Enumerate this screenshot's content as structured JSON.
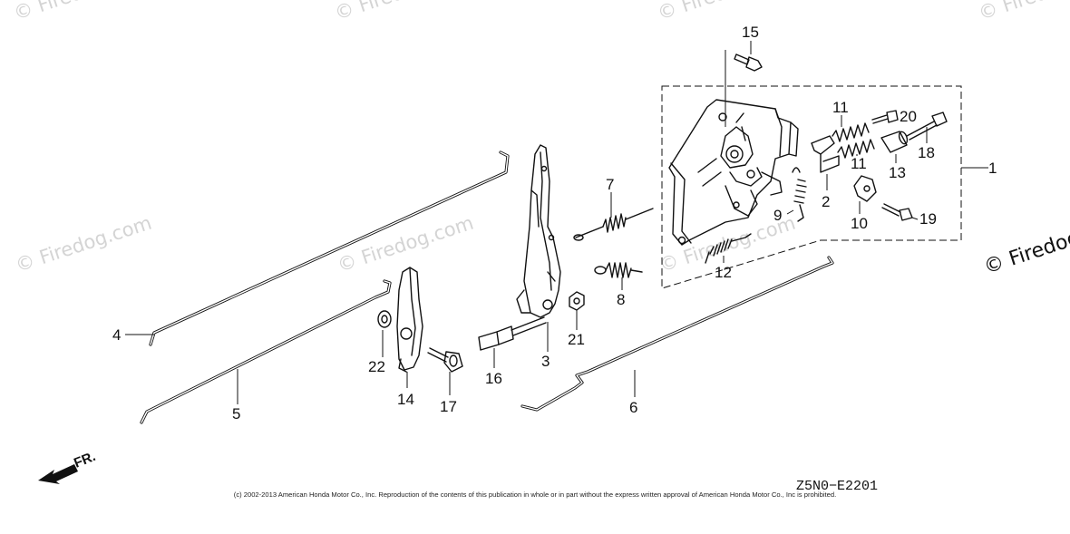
{
  "watermark": {
    "text": "© Firedog.com",
    "text_right": "© Firedog"
  },
  "callouts": {
    "p1": "1",
    "p2": "2",
    "p3": "3",
    "p4": "4",
    "p5": "5",
    "p6": "6",
    "p7": "7",
    "p8": "8",
    "p9": "9",
    "p10": "10",
    "p11a": "11",
    "p11b": "11",
    "p12": "12",
    "p13": "13",
    "p14": "14",
    "p15": "15",
    "p16": "16",
    "p17": "17",
    "p18": "18",
    "p19": "19",
    "p20": "20",
    "p21": "21",
    "p22": "22"
  },
  "direction": {
    "label": "FR."
  },
  "footer": {
    "diagram_code": "Z5N0−E2201",
    "copyright": "(c) 2002-2013 American Honda Motor Co., Inc. Reproduction of the contents of this publication in whole or in part without the express written approval of American Honda Motor Co., Inc is prohibited."
  }
}
